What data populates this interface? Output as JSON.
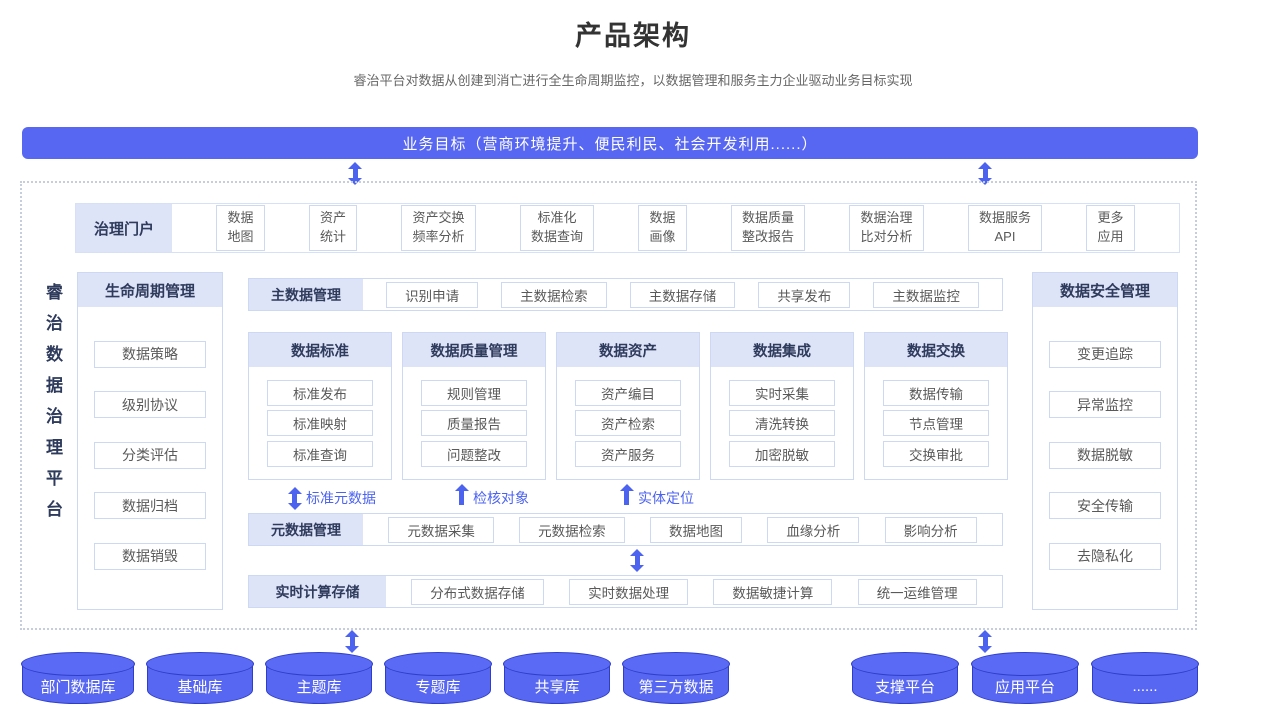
{
  "page": {
    "title": "产品架构",
    "subtitle": "睿治平台对数据从创建到消亡进行全生命周期监控，以数据管理和服务主力企业驱动业务目标实现"
  },
  "banner": {
    "label": "业务目标（营商环境提升、便民利民、社会开发利用......）"
  },
  "platform_label": "睿治数据治理平台",
  "portal": {
    "header": "治理门户",
    "items": [
      "数据\n地图",
      "资产\n统计",
      "资产交换\n频率分析",
      "标准化\n数据查询",
      "数据\n画像",
      "数据质量\n整改报告",
      "数据治理\n比对分析",
      "数据服务\nAPI",
      "更多\n应用"
    ]
  },
  "lifecycle": {
    "header": "生命周期管理",
    "items": [
      "数据策略",
      "级别协议",
      "分类评估",
      "数据归档",
      "数据销毁"
    ]
  },
  "master_data": {
    "header": "主数据管理",
    "items": [
      "识别申请",
      "主数据检索",
      "主数据存储",
      "共享发布",
      "主数据监控"
    ]
  },
  "columns": [
    {
      "header": "数据标准",
      "items": [
        "标准发布",
        "标准映射",
        "标准查询"
      ]
    },
    {
      "header": "数据质量管理",
      "items": [
        "规则管理",
        "质量报告",
        "问题整改"
      ]
    },
    {
      "header": "数据资产",
      "items": [
        "资产编目",
        "资产检索",
        "资产服务"
      ]
    },
    {
      "header": "数据集成",
      "items": [
        "实时采集",
        "清洗转换",
        "加密脱敏"
      ]
    },
    {
      "header": "数据交换",
      "items": [
        "数据传输",
        "节点管理",
        "交换审批"
      ]
    }
  ],
  "flow_labels": [
    {
      "label": "标准元数据",
      "arrow": "double-arrow-icon"
    },
    {
      "label": "检核对象",
      "arrow": "up-arrow-icon"
    },
    {
      "label": "实体定位",
      "arrow": "up-arrow-icon"
    }
  ],
  "metadata": {
    "header": "元数据管理",
    "items": [
      "元数据采集",
      "元数据检索",
      "数据地图",
      "血缘分析",
      "影响分析"
    ]
  },
  "realtime": {
    "header": "实时计算存储",
    "items": [
      "分布式数据存储",
      "实时数据处理",
      "数据敏捷计算",
      "统一运维管理"
    ]
  },
  "security": {
    "header": "数据安全管理",
    "items": [
      "变更追踪",
      "异常监控",
      "数据脱敏",
      "安全传输",
      "去隐私化"
    ]
  },
  "databases": [
    "部门数据库",
    "基础库",
    "主题库",
    "专题库",
    "共享库",
    "第三方数据"
  ],
  "platforms": [
    "支撑平台",
    "应用平台",
    "......"
  ],
  "colors": {
    "accent_blue": "#5767f2",
    "header_bg": "#dde4f8",
    "header_text": "#2f3b5c",
    "item_border": "#cdd8f3",
    "item_text": "#595959",
    "arrow_blue": "#4c63f0",
    "cylinder_border": "#2e3ec9"
  }
}
